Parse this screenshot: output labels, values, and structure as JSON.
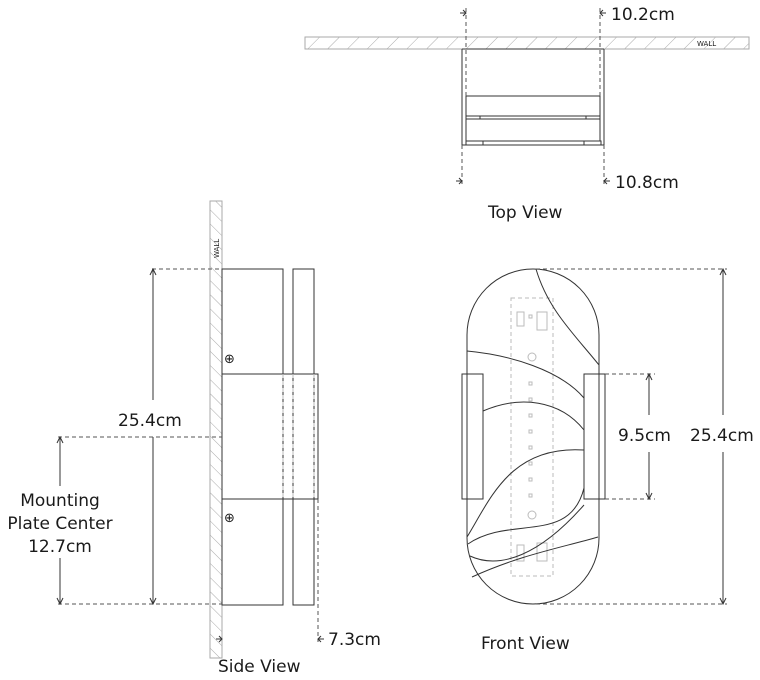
{
  "views": {
    "top": {
      "title": "Top View",
      "wall_label": "WALL",
      "dim_back_width": "10.2cm",
      "dim_front_width": "10.8cm"
    },
    "side": {
      "title": "Side View",
      "wall_label": "WALL",
      "dim_height": "25.4cm",
      "dim_depth": "7.3cm",
      "mounting_label_line1": "Mounting",
      "mounting_label_line2": "Plate Center",
      "mounting_value": "12.7cm",
      "screw_symbol": "⊕"
    },
    "front": {
      "title": "Front View",
      "dim_height": "25.4cm",
      "dim_band_height": "9.5cm"
    }
  },
  "colors": {
    "line": "#333333",
    "wall_hatch": "#aaaaaa",
    "hidden": "#bbbbbb",
    "text": "#1a1a1a"
  }
}
